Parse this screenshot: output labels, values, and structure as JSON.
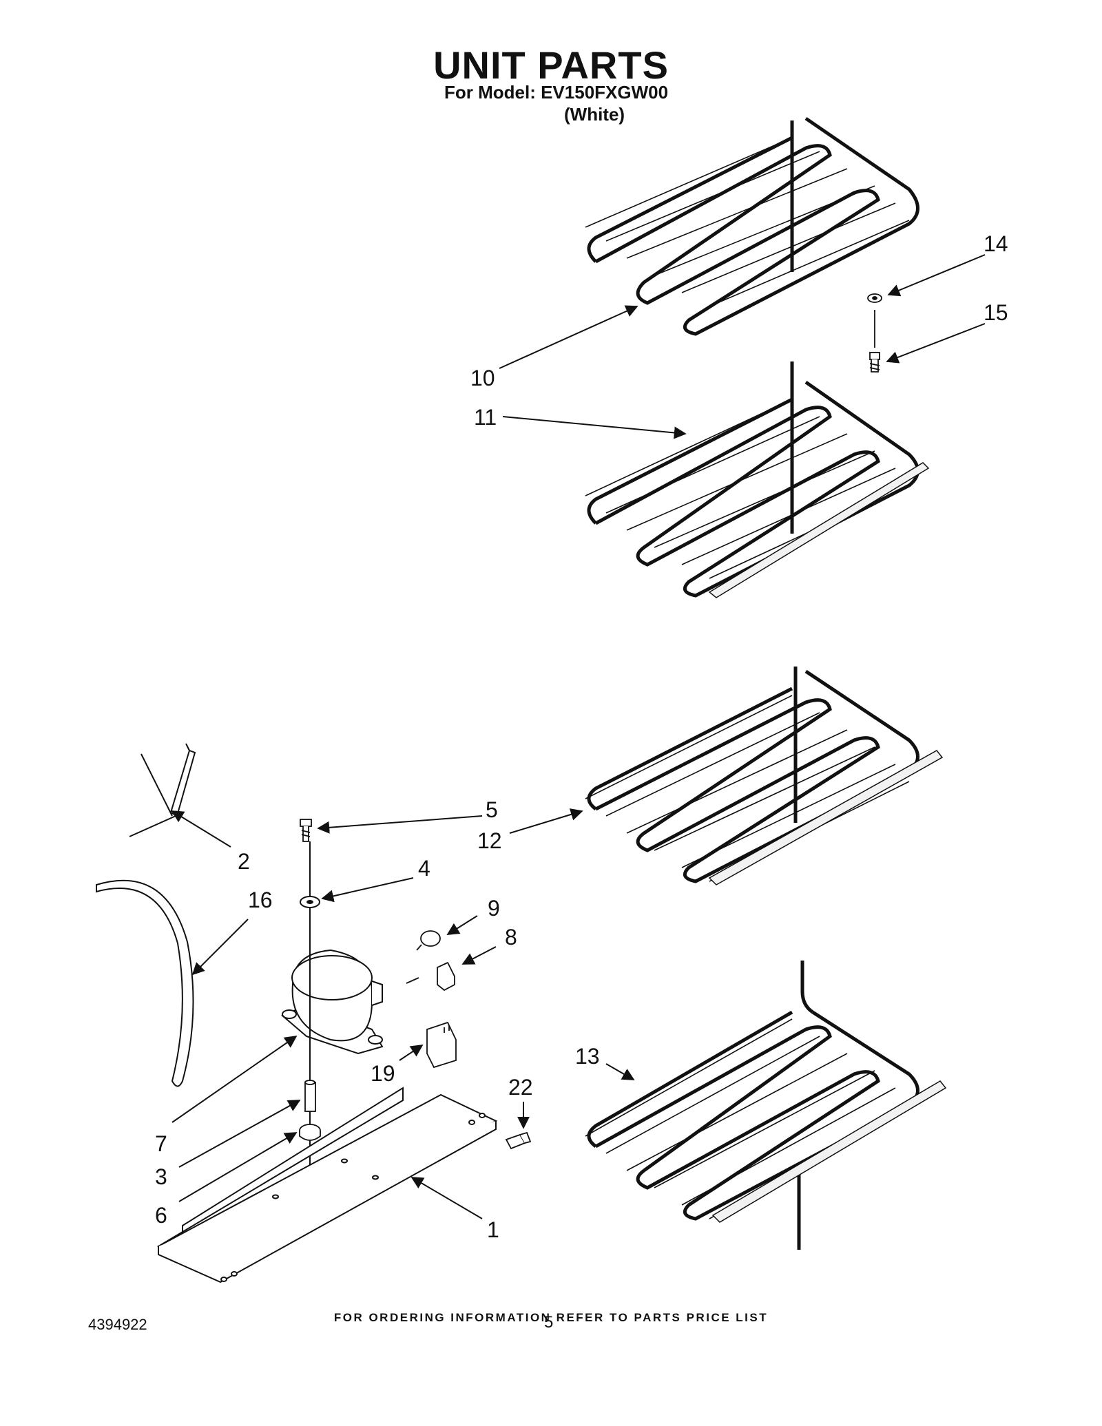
{
  "header": {
    "title": "UNIT PARTS",
    "model_line": "For Model: EV150FXGW00",
    "color_line": "(White)"
  },
  "callouts": [
    "1",
    "2",
    "3",
    "4",
    "5",
    "6",
    "7",
    "8",
    "9",
    "10",
    "11",
    "12",
    "13",
    "14",
    "15",
    "16",
    "19",
    "22"
  ],
  "footer": {
    "ordering_note": "FOR ORDERING INFORMATION REFER TO PARTS PRICE LIST",
    "document_number": "4394922",
    "page_number": "5"
  }
}
